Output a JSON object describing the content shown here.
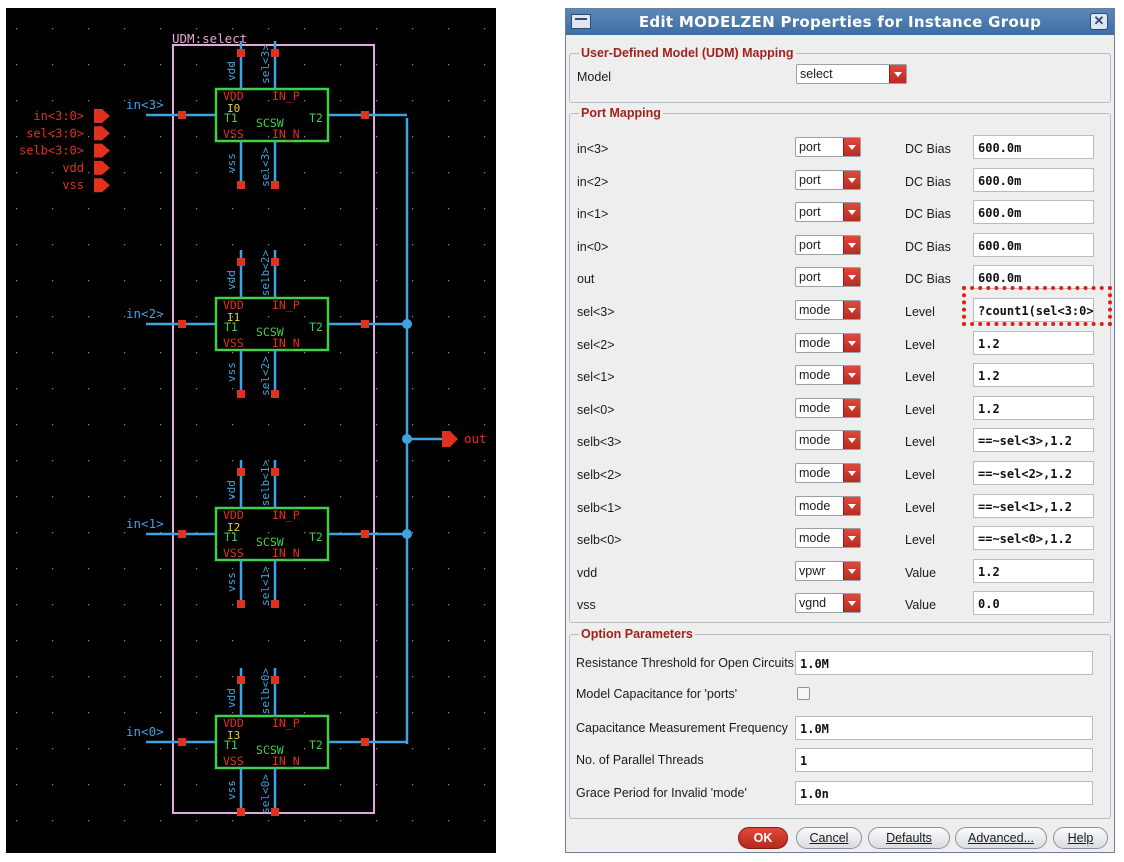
{
  "schematic": {
    "udm_label": "UDM:select",
    "pins_left": [
      "in<3:0>",
      "sel<3:0>",
      "selb<3:0>",
      "vdd",
      "vss"
    ],
    "out_pin": "out",
    "instances": [
      {
        "id": "I0",
        "in_label": "in<3>",
        "top_vdd": "vdd",
        "top_sel": "sel<3>",
        "bot_vss": "vss",
        "bot_sel": "sel<3>"
      },
      {
        "id": "I1",
        "in_label": "in<2>",
        "top_vdd": "vdd",
        "top_sel": "selb<2>",
        "bot_vss": "vss",
        "bot_sel": "sel<2>"
      },
      {
        "id": "I2",
        "in_label": "in<1>",
        "top_vdd": "vdd",
        "top_sel": "selb<1>",
        "bot_vss": "vss",
        "bot_sel": "sel<1>"
      },
      {
        "id": "I3",
        "in_label": "in<0>",
        "top_vdd": "vdd",
        "top_sel": "selb<0>",
        "bot_vss": "vss",
        "bot_sel": "sel<0>"
      }
    ],
    "cell": {
      "name": "SCSW",
      "vdd": "VDD",
      "vss": "VSS",
      "inp": "IN_P",
      "inn": "IN_N",
      "t1": "T1",
      "t2": "T2"
    },
    "colors": {
      "wire": "#3ea3e0",
      "cell": "#3fd14a",
      "pin": "#e0301e",
      "inst": "#e8d23a",
      "border": "#e3a9dc"
    }
  },
  "dialog": {
    "title": "Edit MODELZEN Properties for Instance Group",
    "udm_section": "User-Defined Model (UDM) Mapping",
    "model_label": "Model",
    "model_value": "select",
    "port_section": "Port Mapping",
    "ports": [
      {
        "name": "in<3>",
        "type": "port",
        "param": "DC Bias",
        "value": "600.0m"
      },
      {
        "name": "in<2>",
        "type": "port",
        "param": "DC Bias",
        "value": "600.0m"
      },
      {
        "name": "in<1>",
        "type": "port",
        "param": "DC Bias",
        "value": "600.0m"
      },
      {
        "name": "in<0>",
        "type": "port",
        "param": "DC Bias",
        "value": "600.0m"
      },
      {
        "name": "out",
        "type": "port",
        "param": "DC Bias",
        "value": "600.0m"
      },
      {
        "name": "sel<3>",
        "type": "mode",
        "param": "Level",
        "value": "?count1(sel<3:0>"
      },
      {
        "name": "sel<2>",
        "type": "mode",
        "param": "Level",
        "value": "1.2"
      },
      {
        "name": "sel<1>",
        "type": "mode",
        "param": "Level",
        "value": "1.2"
      },
      {
        "name": "sel<0>",
        "type": "mode",
        "param": "Level",
        "value": "1.2"
      },
      {
        "name": "selb<3>",
        "type": "mode",
        "param": "Level",
        "value": "==~sel<3>,1.2"
      },
      {
        "name": "selb<2>",
        "type": "mode",
        "param": "Level",
        "value": "==~sel<2>,1.2"
      },
      {
        "name": "selb<1>",
        "type": "mode",
        "param": "Level",
        "value": "==~sel<1>,1.2"
      },
      {
        "name": "selb<0>",
        "type": "mode",
        "param": "Level",
        "value": "==~sel<0>,1.2"
      },
      {
        "name": "vdd",
        "type": "vpwr",
        "param": "Value",
        "value": "1.2"
      },
      {
        "name": "vss",
        "type": "vgnd",
        "param": "Value",
        "value": "0.0"
      }
    ],
    "option_section": "Option Parameters",
    "options": [
      {
        "label": "Resistance Threshold for Open Circuits",
        "value": "1.0M"
      },
      {
        "label": "Model Capacitance for 'ports'",
        "value": ""
      },
      {
        "label": "Capacitance Measurement Frequency",
        "value": "1.0M"
      },
      {
        "label": "No. of Parallel Threads",
        "value": "1"
      },
      {
        "label": "Grace Period for Invalid 'mode'",
        "value": "1.0n"
      }
    ],
    "buttons": {
      "ok": "OK",
      "cancel": "Cancel",
      "defaults": "Defaults",
      "advanced": "Advanced...",
      "help": "Help"
    }
  }
}
